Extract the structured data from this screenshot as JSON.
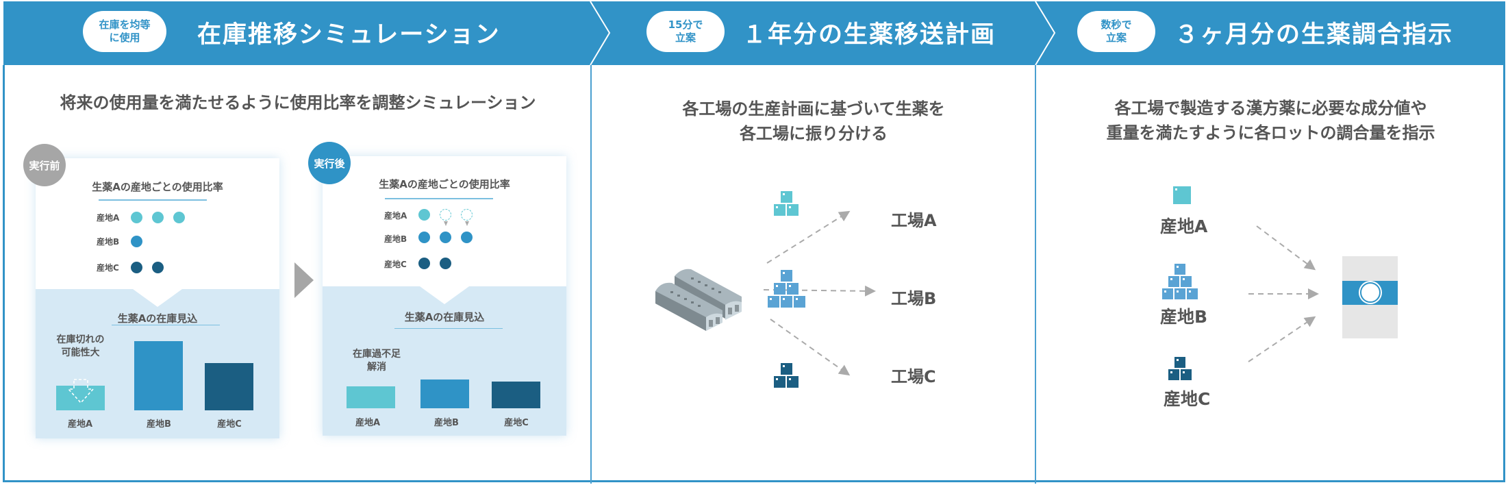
{
  "colors": {
    "header_blue": "#3193c7",
    "origin_a": "#5ec6d2",
    "origin_b": "#2f93c6",
    "origin_c": "#1b5e82",
    "text_gray": "#555555",
    "badge_before": "#a6a6a6",
    "badge_after": "#2f93c6"
  },
  "sections": [
    {
      "pill": "在庫を均等\nに使用",
      "title": "在庫推移シミュレーション",
      "subtitle": "将来の使用量を満たせるように使用比率を調整シミュレーション"
    },
    {
      "pill": "15分で\n立案",
      "title": "１年分の生薬移送計画",
      "subtitle": "各工場の生産計画に基づいて生薬を\n各工場に振り分ける"
    },
    {
      "pill": "数秒で\n立案",
      "title": "３ヶ月分の生薬調合指示",
      "subtitle": "各工場で製造する漢方薬に必要な成分値や\n重量を満たすように各ロットの調合量を指示"
    }
  ],
  "simulation": {
    "before": {
      "badge": "実行前",
      "ratio_title": "生薬Aの産地ごとの使用比率",
      "rows": [
        {
          "label": "産地A",
          "dots": 3,
          "moved": 0
        },
        {
          "label": "産地B",
          "dots": 1,
          "moved": 0
        },
        {
          "label": "産地C",
          "dots": 2,
          "moved": 0
        }
      ],
      "stock_title": "生薬Aの在庫見込",
      "note": "在庫切れの\n可能性大",
      "bars": [
        {
          "label": "産地A",
          "level": 0.36
        },
        {
          "label": "産地B",
          "level": 1.0
        },
        {
          "label": "産地C",
          "level": 0.68
        }
      ]
    },
    "after": {
      "badge": "実行後",
      "ratio_title": "生薬Aの産地ごとの使用比率",
      "rows": [
        {
          "label": "産地A",
          "dots": 1,
          "moved": 2
        },
        {
          "label": "産地B",
          "dots": 3,
          "moved": 0
        },
        {
          "label": "産地C",
          "dots": 2,
          "moved": 0
        }
      ],
      "stock_title": "生薬Aの在庫見込",
      "note": "在庫過不足\n解消",
      "bars": [
        {
          "label": "産地A",
          "level": 0.57
        },
        {
          "label": "産地B",
          "level": 0.74
        },
        {
          "label": "産地C",
          "level": 0.68
        }
      ]
    }
  },
  "transport": {
    "factories": [
      "工場A",
      "工場B",
      "工場C"
    ]
  },
  "blending": {
    "origins": [
      "産地A",
      "産地B",
      "産地C"
    ]
  }
}
